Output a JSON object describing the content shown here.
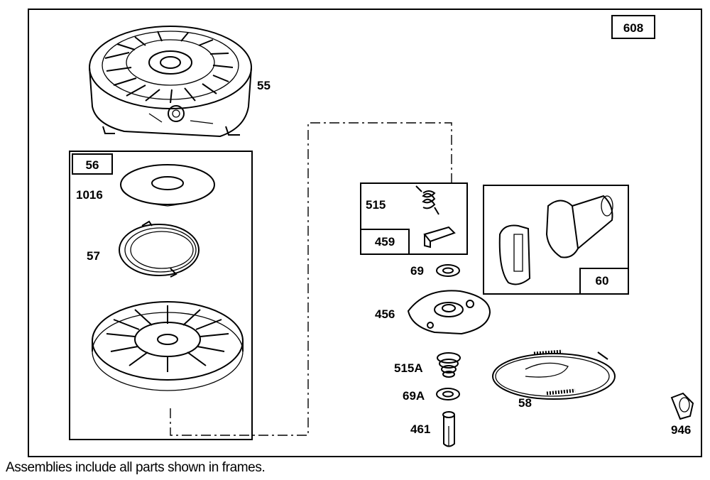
{
  "assembly_number": "608",
  "footnote": "Assemblies include all parts shown in frames.",
  "labels": {
    "rewind_housing": "55",
    "starter_pulley_assembly": "56",
    "pulley_cover": "1016",
    "rewind_spring": "57",
    "spring_pawl": "515",
    "pawl_assembly": "459",
    "washer": "69",
    "retainer_plate": "456",
    "handle_assembly": "60",
    "spring_515a": "515A",
    "washer_69a": "69A",
    "pin": "461",
    "rope": "58",
    "clip": "946"
  }
}
